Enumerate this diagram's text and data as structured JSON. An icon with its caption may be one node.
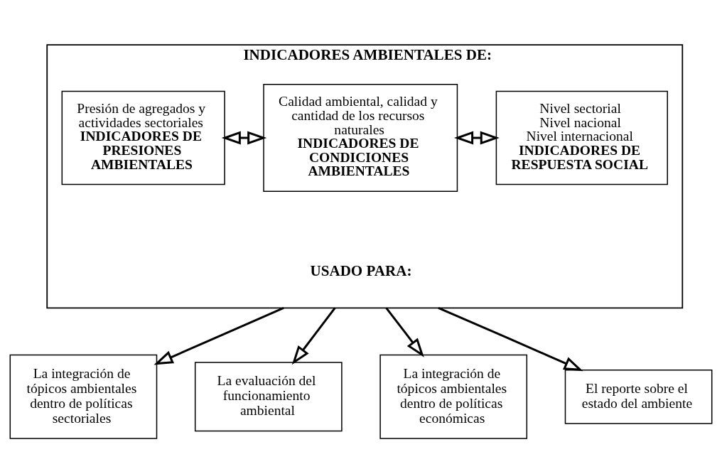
{
  "diagram": {
    "nodes": [
      {
        "text": [
          "INDICADORES AMBIENTALES DE:",
          "USADO PARA:"
        ]
      },
      {
        "text": [
          "Presión de agregados y actividades sectoriales",
          "INDICADORES DE PRESIONES AMBIENTALES"
        ],
        "in": 0
      },
      {
        "text": [
          "Calidad ambiental, calidad y cantidad de los recursos naturales",
          "INDICADORES DE CONDICIONES AMBIENTALES"
        ],
        "in": 0
      },
      {
        "text": [
          "Nivel sectorial",
          "Nivel nacional",
          "Nivel internacional",
          "INDICADORES DE RESPUESTA SOCIAL"
        ],
        "in": 0
      },
      {
        "text": [
          "La integración de tópicos ambientales dentro de políticas sectoriales"
        ]
      },
      {
        "text": [
          "La evaluación del funcionamiento ambiental"
        ]
      },
      {
        "text": [
          "La integración de tópicos ambientales dentro de políticas económicas"
        ]
      },
      {
        "text": [
          "El reporte sobre el estado del ambiente"
        ]
      }
    ],
    "edges": [
      {
        "from": 1,
        "to": 2,
        "arrow": "both"
      },
      {
        "from": 2,
        "to": 3,
        "arrow": "both"
      },
      {
        "from": 0,
        "to": 4,
        "arrow": "to"
      },
      {
        "from": 0,
        "to": 5,
        "arrow": "to"
      },
      {
        "from": 0,
        "to": 6,
        "arrow": "to"
      },
      {
        "from": 0,
        "to": 7,
        "arrow": "to"
      }
    ]
  }
}
